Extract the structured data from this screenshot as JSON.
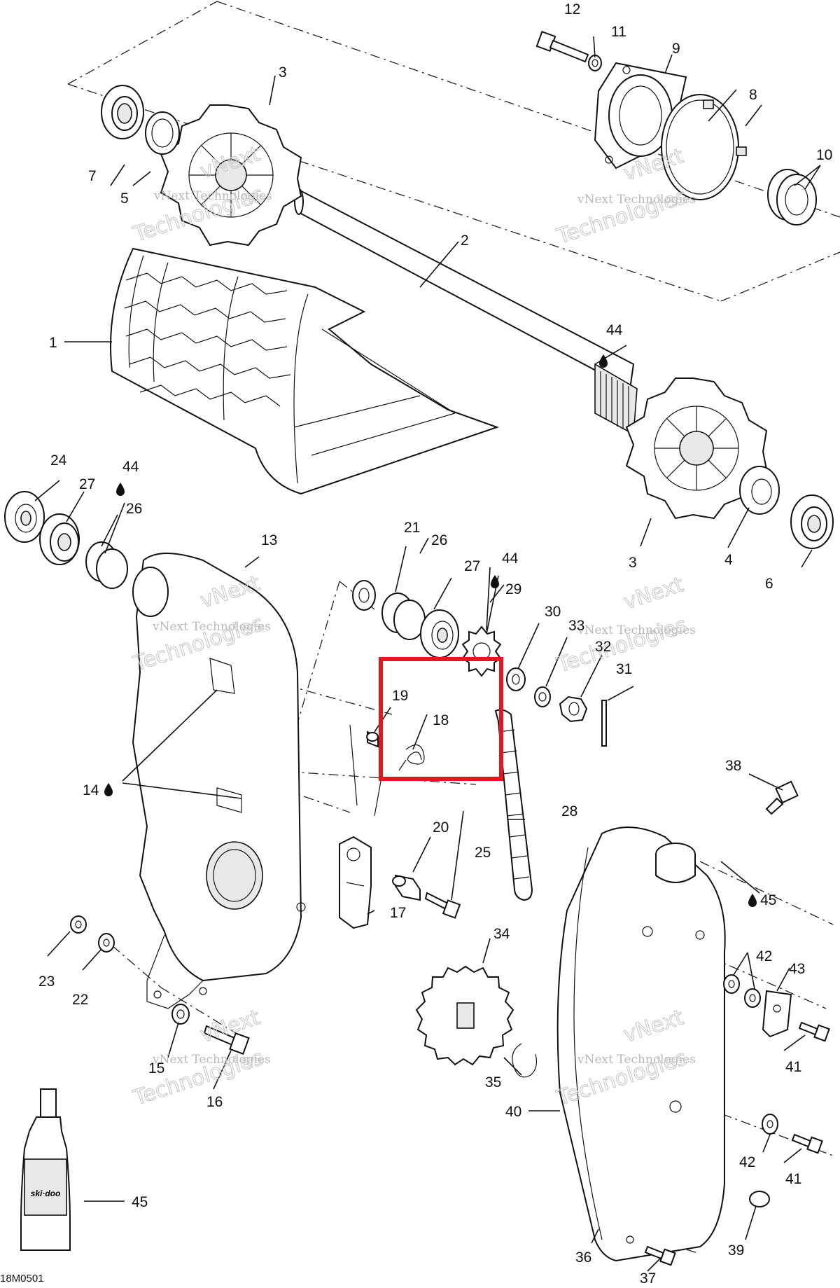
{
  "diagram": {
    "drawing_code": "18M0501",
    "watermark_text": "vNext Technologies",
    "watermark_line1": "vNext",
    "watermark_line2": "Technologies",
    "callouts": {
      "c1": "1",
      "c2": "2",
      "c3a": "3",
      "c3b": "3",
      "c4": "4",
      "c5": "5",
      "c6": "6",
      "c7": "7",
      "c8": "8",
      "c9": "9",
      "c10": "10",
      "c11": "11",
      "c12": "12",
      "c13": "13",
      "c14": "14",
      "c15": "15",
      "c16": "16",
      "c17": "17",
      "c18": "18",
      "c19": "19",
      "c20": "20",
      "c21": "21",
      "c22": "22",
      "c23": "23",
      "c24": "24",
      "c25": "25",
      "c26a": "26",
      "c26b": "26",
      "c27a": "27",
      "c27b": "27",
      "c28": "28",
      "c29": "29",
      "c30": "30",
      "c31": "31",
      "c32": "32",
      "c33": "33",
      "c34": "34",
      "c35": "35",
      "c36": "36",
      "c37": "37",
      "c38": "38",
      "c39": "39",
      "c40": "40",
      "c41a": "41",
      "c41b": "41",
      "c42a": "42",
      "c42b": "42",
      "c43": "43",
      "c44a": "44",
      "c44b": "44",
      "c44c": "44",
      "c45a": "45",
      "c45b": "45"
    },
    "highlight_color": "#e0191e",
    "line_color": "#111111",
    "lubricant_icon": "oil-drop-icon",
    "bottle_label": "ski·doo"
  }
}
